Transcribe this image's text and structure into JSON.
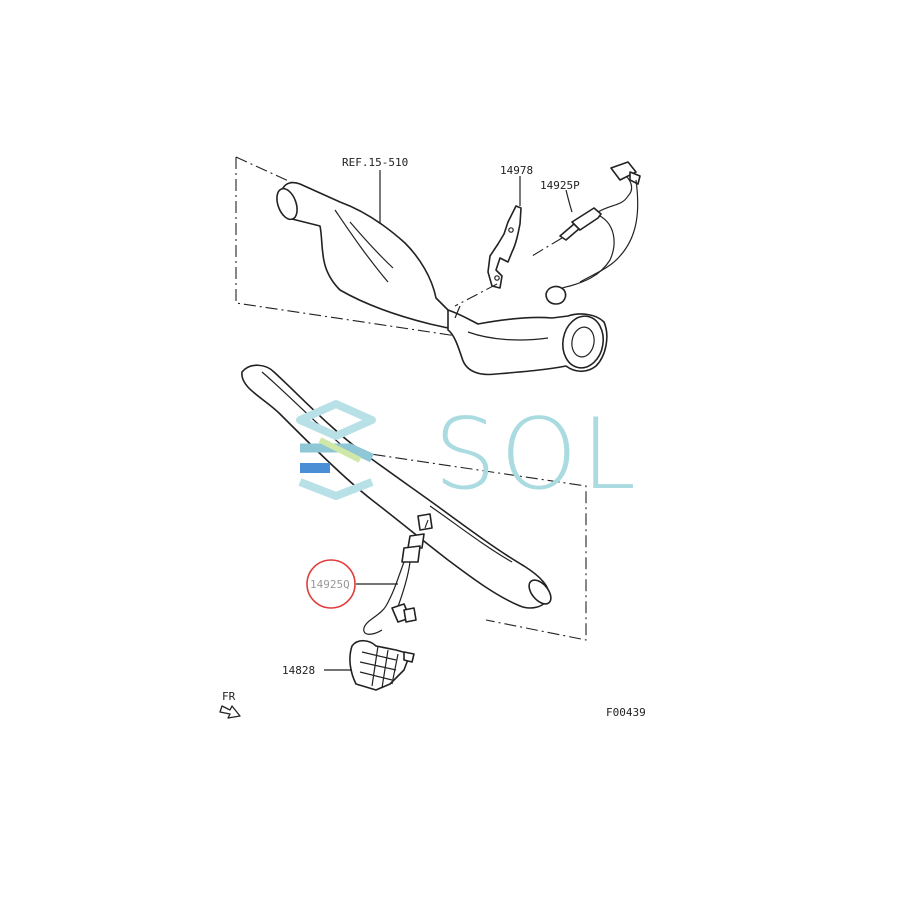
{
  "labels": {
    "ref": "REF.15-510",
    "bracket": "14978",
    "upper_sensor": "14925P",
    "lower_sensor": "14925Q",
    "protector": "14828",
    "front": "FR",
    "figure_code": "F00439"
  },
  "watermark": {
    "text": "SOL",
    "color": "#a9dbe0"
  },
  "highlight": {
    "color": "#e23b3b"
  }
}
